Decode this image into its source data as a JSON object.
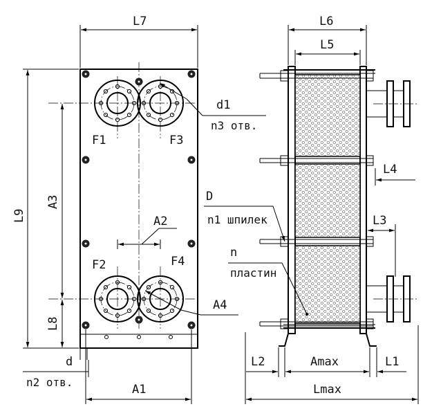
{
  "labels": {
    "L7": "L7",
    "L6": "L6",
    "L5": "L5",
    "L9": "L9",
    "A3": "A3",
    "L8": "L8",
    "A1": "A1",
    "A2": "A2",
    "A4": "A4",
    "F1": "F1",
    "F2": "F2",
    "F3": "F3",
    "F4": "F4",
    "d1": "d1",
    "n3": "n3 отв.",
    "d": "d",
    "n2": "n2 отв.",
    "D": "D",
    "n1": "n1 шпилек",
    "n": "n",
    "plates": "пластин",
    "L4": "L4",
    "L3": "L3",
    "L2": "L2",
    "L1": "L1",
    "Amax": "Amax",
    "Lmax": "Lmax"
  }
}
